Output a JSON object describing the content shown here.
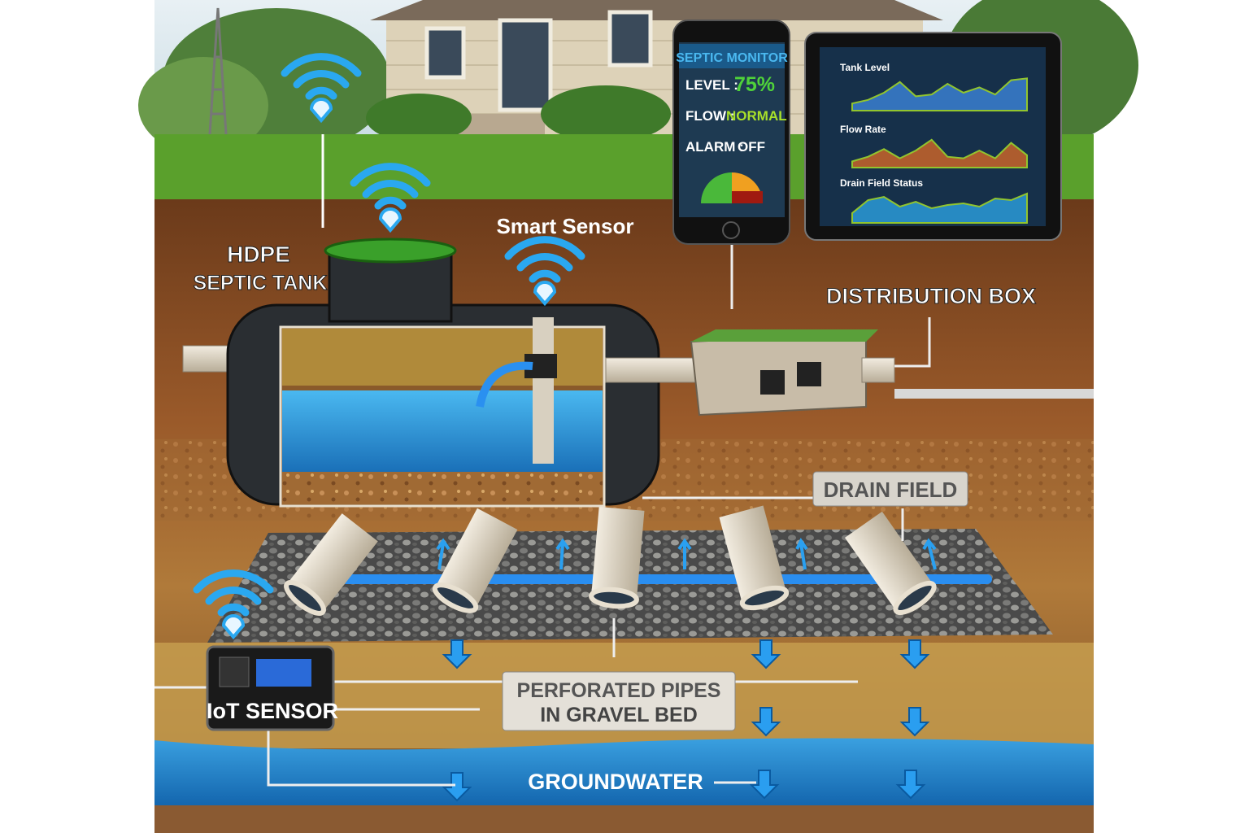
{
  "labels": {
    "hdpe_line1": "HDPE",
    "hdpe_line2": "SEPTIC TANK",
    "smart_sensor": "Smart Sensor",
    "distribution_box": "DISTRIBUTION BOX",
    "drain_field": "DRAIN FIELD",
    "perforated_line1": "PERFORATED PIPES",
    "perforated_line2": "IN GRAVEL BED",
    "groundwater": "GROUNDWATER",
    "iot_sensor": "IoT SENSOR"
  },
  "phone": {
    "title": "SEPTIC MONITOR",
    "level_label": "LEVEL :",
    "level_value": "75%",
    "flow_label": "FLOW :",
    "flow_value": "NORMAL",
    "alarm_label": "ALARM :",
    "alarm_value": "OFF"
  },
  "tablet": {
    "charts": [
      {
        "title": "Tank Level",
        "color": "#3a7fd0"
      },
      {
        "title": "Flow Rate",
        "color": "#c8642a"
      },
      {
        "title": "Drain Field Status",
        "color": "#2a9ad8"
      }
    ]
  },
  "colors": {
    "wifi": "#2aa8f0",
    "water": "#1f7fc8",
    "soil": "#8a4f24",
    "grass": "#5aa02c",
    "level_green": "#4fd23a",
    "flow_green": "#a8e02a"
  },
  "icons": [
    "wifi-icon",
    "arrow-down-icon",
    "arrow-up-icon"
  ]
}
